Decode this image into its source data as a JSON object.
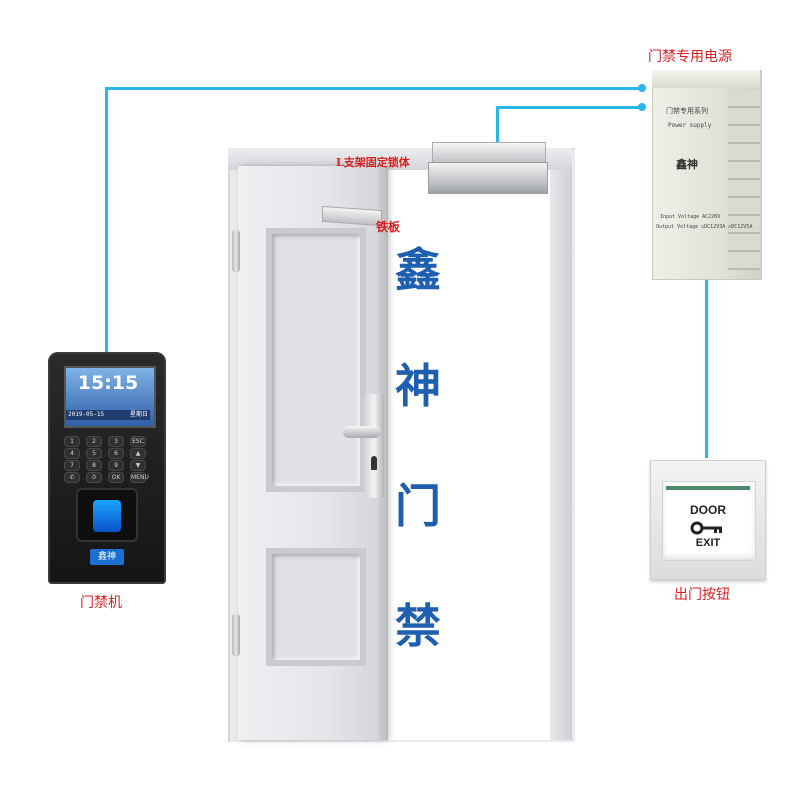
{
  "labels": {
    "power_supply_title": "门禁专用电源",
    "lock_label": "L支架固定锁体",
    "iron_plate": "铁板",
    "access_machine": "门禁机",
    "exit_button": "出门按钮"
  },
  "door_text": [
    "鑫",
    "神",
    "门",
    "禁"
  ],
  "machine": {
    "time": "15:15",
    "date": "2019-05-15",
    "weekday": "星期日",
    "brand": "鑫神",
    "keys": [
      "1",
      "2",
      "3",
      "ESC",
      "4",
      "5",
      "6",
      "▲",
      "7",
      "8",
      "9",
      "▼",
      "✆",
      "0",
      "OK",
      "MENU"
    ]
  },
  "psu": {
    "series": "门禁专用系列",
    "subtitle": "Power supply",
    "brand": "鑫神",
    "input": "Input Voltage AC220V",
    "output": "Output Voltage ◻DC12V3A ◻DC12V5A"
  },
  "exit": {
    "door": "DOOR",
    "exit": "EXIT"
  },
  "colors": {
    "wire": "#29b6e8",
    "label_red": "#d81e1e",
    "door_text_blue": "#1f5fb0"
  }
}
